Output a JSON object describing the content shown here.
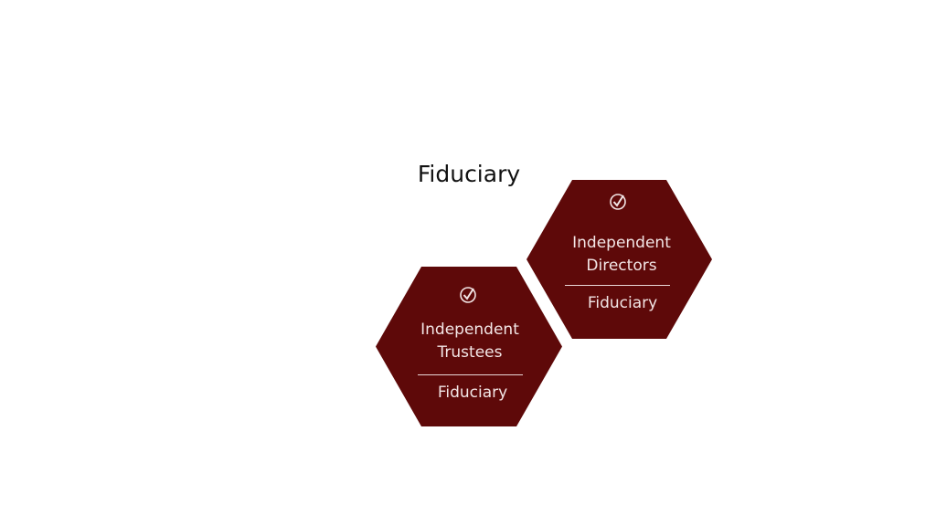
{
  "title": "Fiduciary",
  "colors": {
    "hexagon": "#5e0909",
    "text": "#f3e6e6"
  },
  "hexagons": [
    {
      "name": "Independent Directors",
      "line1": "Independent",
      "line2": "Directors",
      "label": "Fiduciary",
      "icon": "check-circle-icon"
    },
    {
      "name": "Independent Trustees",
      "line1": "Independent",
      "line2": "Trustees",
      "label": "Fiduciary",
      "icon": "check-circle-icon"
    }
  ]
}
